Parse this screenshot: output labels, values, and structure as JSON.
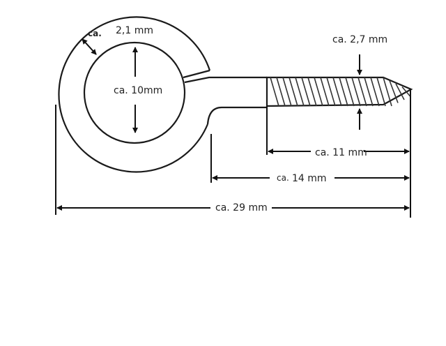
{
  "title": "Screw eye dimensions",
  "labels": {
    "wire_ca": "ca.",
    "wire_value": "2,1 mm",
    "inner_diameter": "ca. 10mm",
    "thread_diameter": "ca. 2,7 mm",
    "thread_length": "ca. 11 mm",
    "shank_length_prefix": "ca.",
    "shank_length_value": "14 mm",
    "total_length": "ca. 29 mm"
  },
  "colors": {
    "line": "#1a1a1a",
    "background": "#ffffff"
  }
}
